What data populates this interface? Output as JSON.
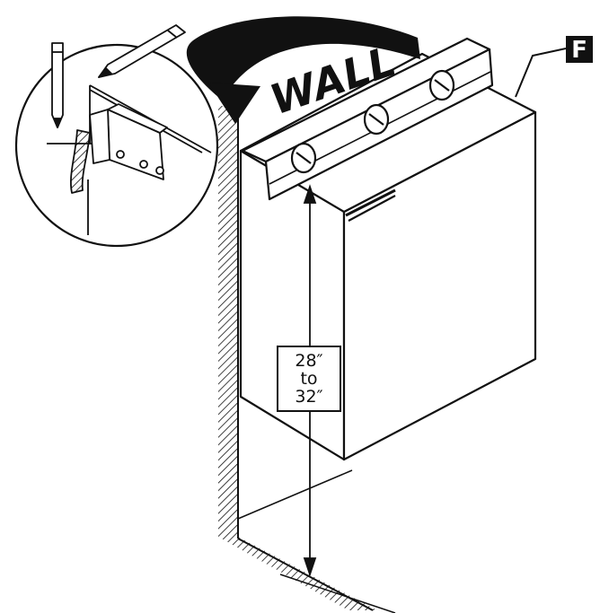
{
  "labels": {
    "wall": "WALL",
    "part": "F",
    "dimension": {
      "line1": "28″",
      "line2": "to",
      "line3": "32″"
    }
  },
  "colors": {
    "ink": "#111111",
    "paper": "#ffffff"
  }
}
